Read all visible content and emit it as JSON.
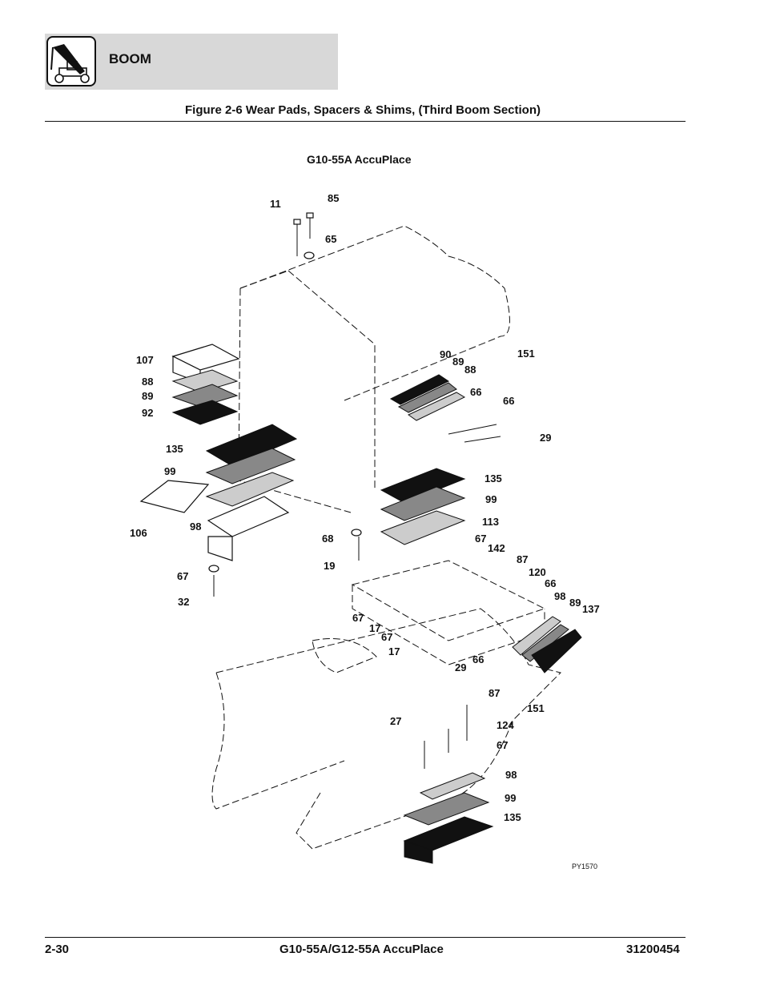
{
  "header": {
    "section_title": "BOOM",
    "logo_icon": "telehandler-icon",
    "band_color": "#d8d8d8"
  },
  "figure": {
    "title": "Figure 2-6 Wear Pads, Spacers & Shims, (Third Boom Section)",
    "subtitle": "G10-55A AccuPlace",
    "drawing_code": "PY1570"
  },
  "callouts": [
    {
      "id": "c-11",
      "text": "11"
    },
    {
      "id": "c-85",
      "text": "85"
    },
    {
      "id": "c-65",
      "text": "65"
    },
    {
      "id": "c-151a",
      "text": "151"
    },
    {
      "id": "c-107",
      "text": "107"
    },
    {
      "id": "c-88a",
      "text": "88"
    },
    {
      "id": "c-89a",
      "text": "89"
    },
    {
      "id": "c-92",
      "text": "92"
    },
    {
      "id": "c-90",
      "text": "90"
    },
    {
      "id": "c-89b",
      "text": "89"
    },
    {
      "id": "c-88b",
      "text": "88"
    },
    {
      "id": "c-66a",
      "text": "66"
    },
    {
      "id": "c-66b",
      "text": "66"
    },
    {
      "id": "c-29a",
      "text": "29"
    },
    {
      "id": "c-135a",
      "text": "135"
    },
    {
      "id": "c-99a",
      "text": "99"
    },
    {
      "id": "c-106",
      "text": "106"
    },
    {
      "id": "c-98a",
      "text": "98"
    },
    {
      "id": "c-135b",
      "text": "135"
    },
    {
      "id": "c-99b",
      "text": "99"
    },
    {
      "id": "c-113",
      "text": "113"
    },
    {
      "id": "c-68",
      "text": "68"
    },
    {
      "id": "c-19",
      "text": "19"
    },
    {
      "id": "c-67a",
      "text": "67"
    },
    {
      "id": "c-142",
      "text": "142"
    },
    {
      "id": "c-87a",
      "text": "87"
    },
    {
      "id": "c-120",
      "text": "120"
    },
    {
      "id": "c-66c",
      "text": "66"
    },
    {
      "id": "c-98b",
      "text": "98"
    },
    {
      "id": "c-89c",
      "text": "89"
    },
    {
      "id": "c-137",
      "text": "137"
    },
    {
      "id": "c-67b",
      "text": "67"
    },
    {
      "id": "c-32",
      "text": "32"
    },
    {
      "id": "c-67c",
      "text": "67"
    },
    {
      "id": "c-17a",
      "text": "17"
    },
    {
      "id": "c-67d",
      "text": "67"
    },
    {
      "id": "c-17b",
      "text": "17"
    },
    {
      "id": "c-29b",
      "text": "29"
    },
    {
      "id": "c-66d",
      "text": "66"
    },
    {
      "id": "c-87b",
      "text": "87"
    },
    {
      "id": "c-151b",
      "text": "151"
    },
    {
      "id": "c-27",
      "text": "27"
    },
    {
      "id": "c-124",
      "text": "124"
    },
    {
      "id": "c-67e",
      "text": "67"
    },
    {
      "id": "c-98c",
      "text": "98"
    },
    {
      "id": "c-99c",
      "text": "99"
    },
    {
      "id": "c-135c",
      "text": "135"
    }
  ],
  "footer": {
    "page_number": "2-30",
    "model": "G10-55A/G12-55A AccuPlace",
    "doc_number": "31200454"
  }
}
